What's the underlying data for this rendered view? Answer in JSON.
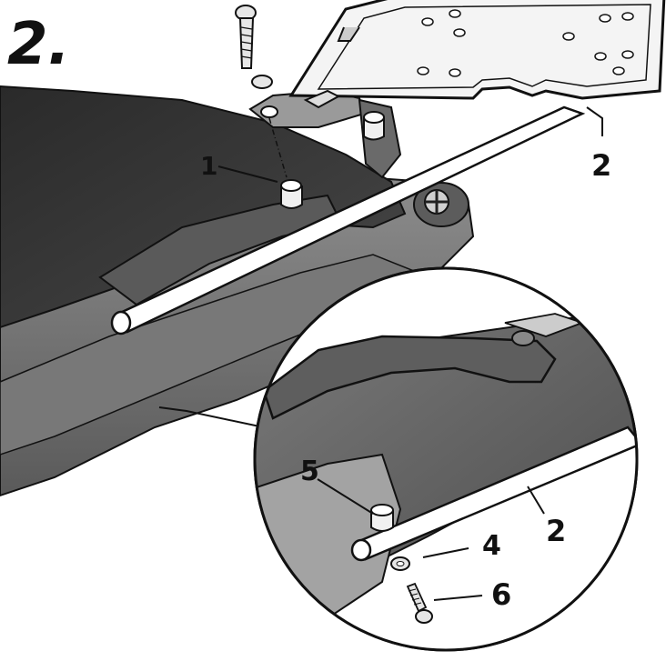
{
  "step": {
    "label": "2."
  },
  "callouts": {
    "spacer": "1",
    "plate": "2",
    "plate_detail": "2",
    "spacer_detail": "5",
    "washer": "4",
    "bolt": "6"
  },
  "colors": {
    "seat": "#3a3a3a",
    "body_dark": "#4a4a4a",
    "body_mid": "#6e6e6e",
    "body_light": "#9a9a9a",
    "line": "#111111",
    "bar": "#ffffff"
  }
}
